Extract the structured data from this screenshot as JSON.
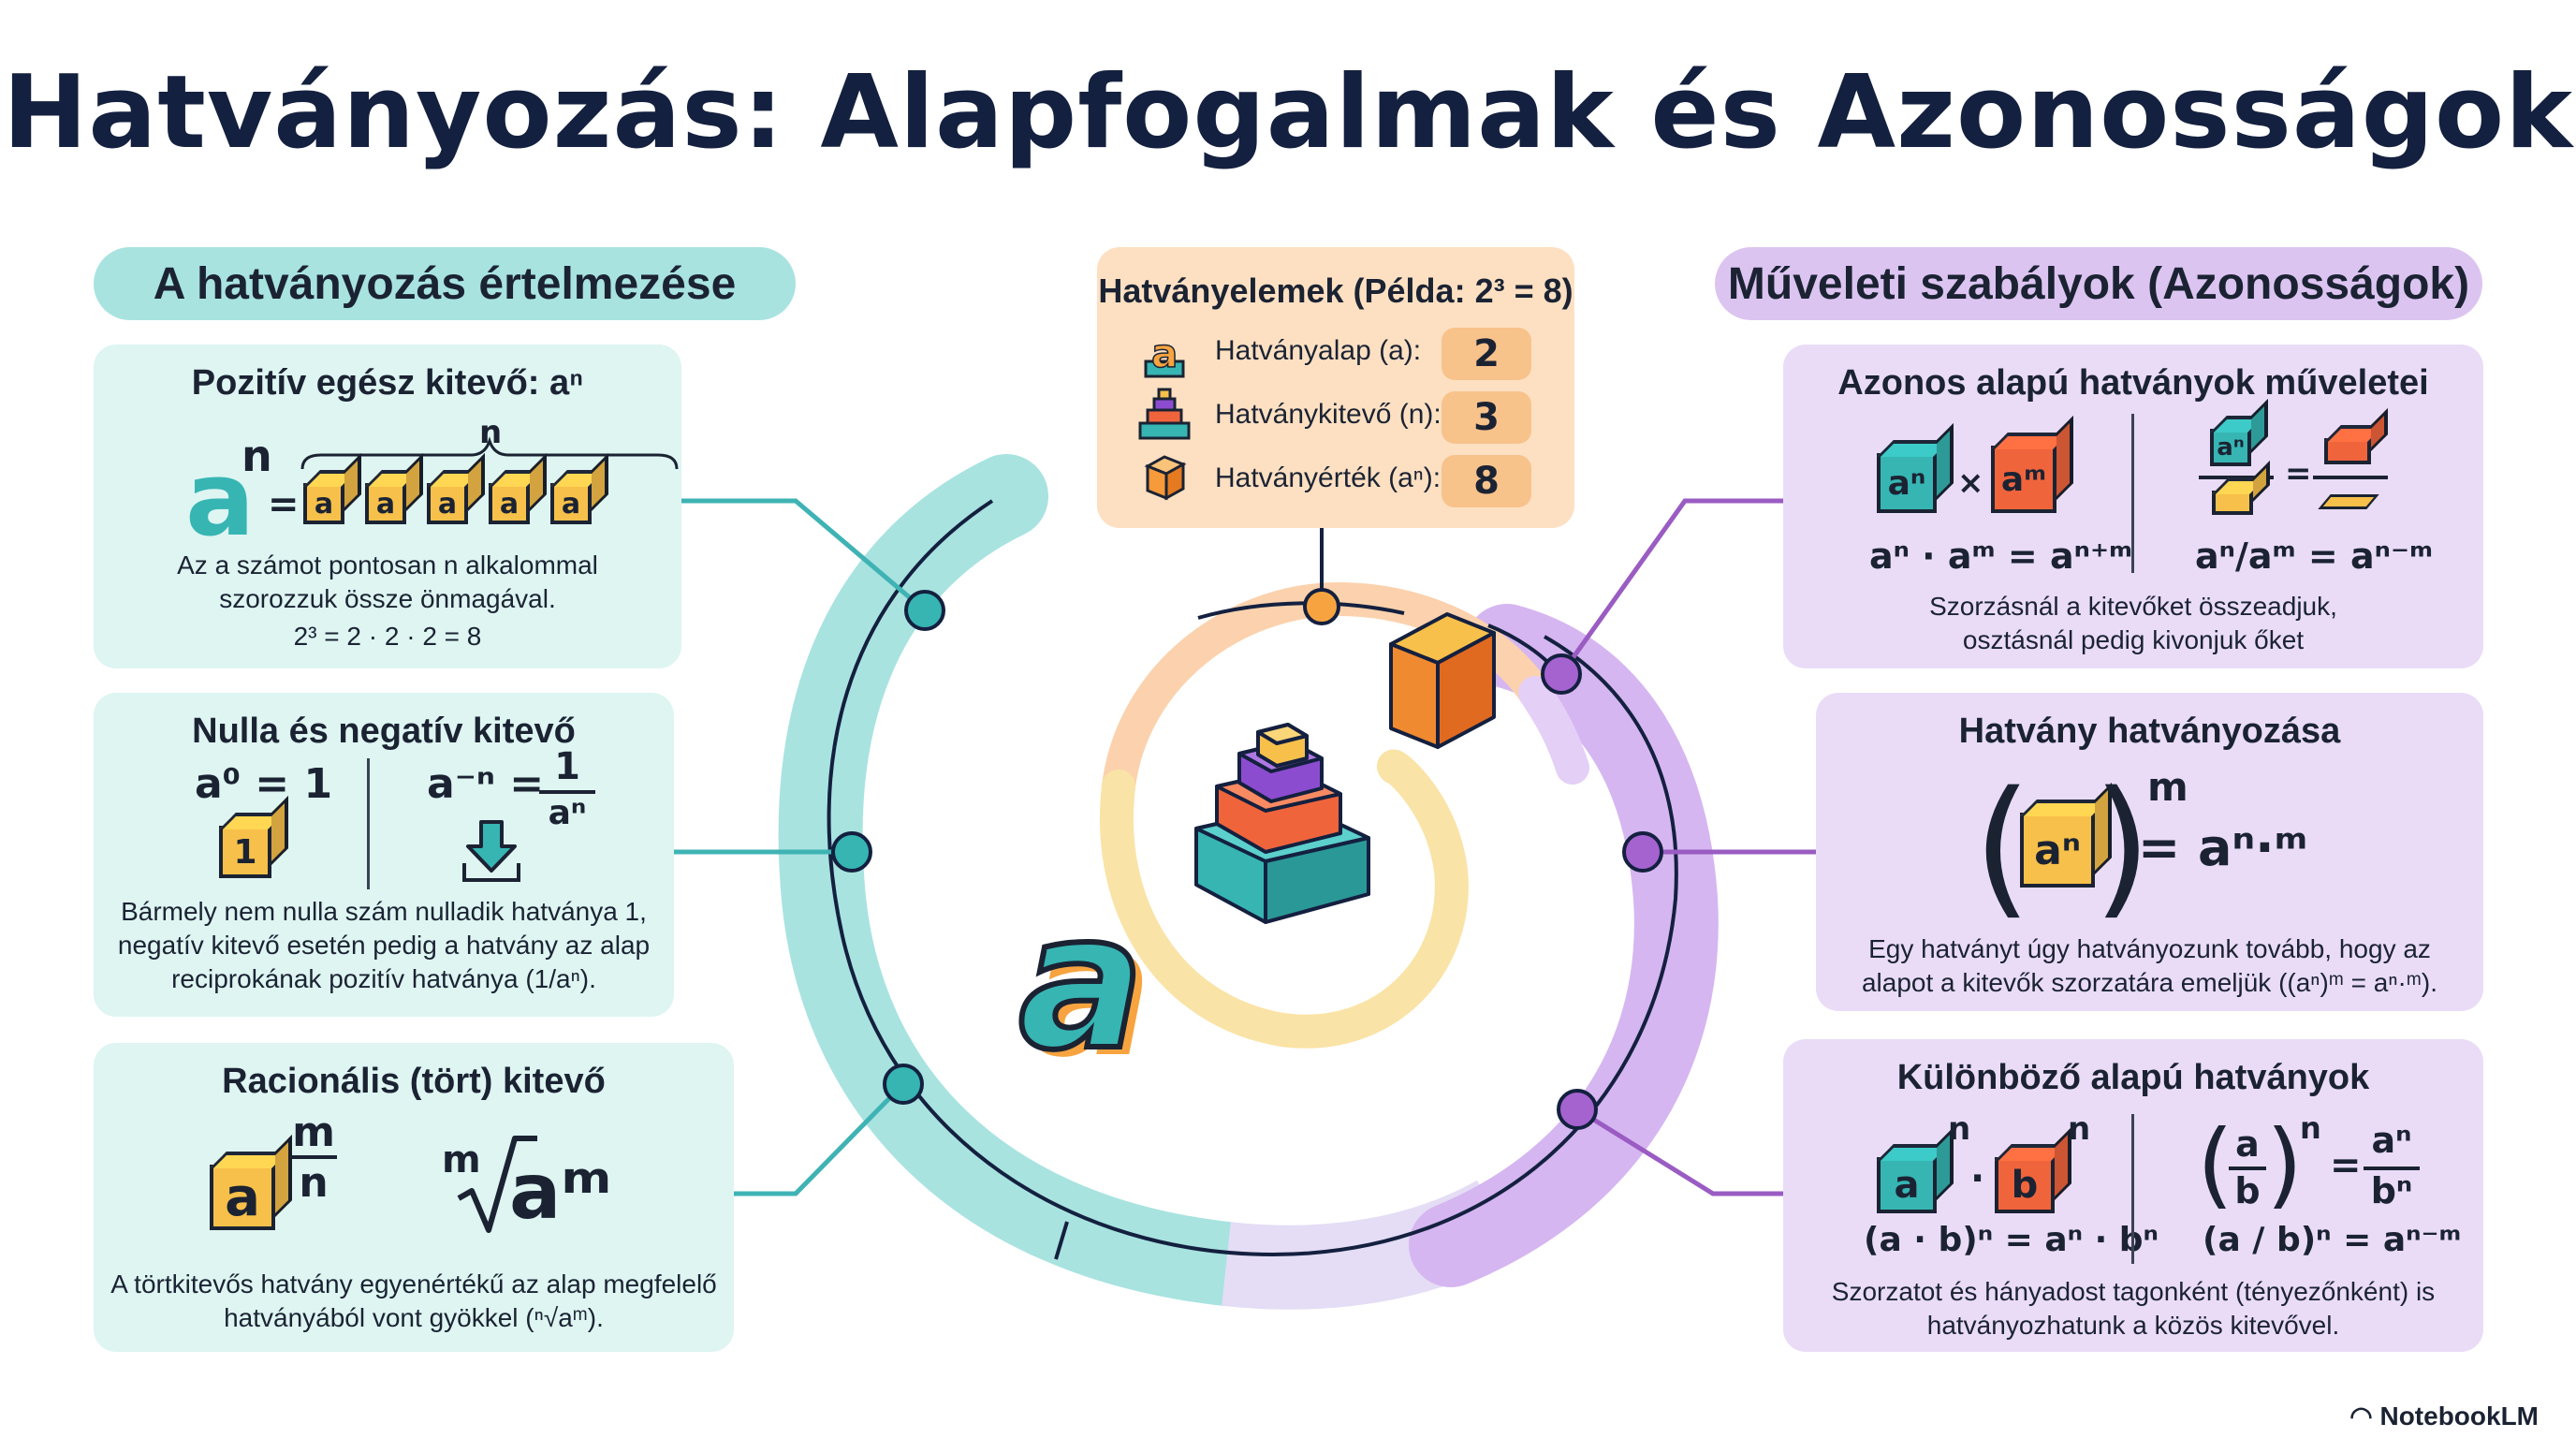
{
  "title": "Hatványozás: Alapfogalmak és Azonosságok",
  "left": {
    "header": "A hatványozás értelmezése",
    "card1": {
      "title": "Pozitív egész kitevő: aⁿ",
      "formula_base": "a",
      "formula_exp": "n",
      "brace_label": "n",
      "eq": "=",
      "factor": "a",
      "dot": "·",
      "desc": [
        "Az a számot pontosan n alkalommal",
        "szorozzuk össze önmagával."
      ],
      "example": "2³ = 2 · 2 · 2 = 8"
    },
    "card2": {
      "title": "Nulla és negatív kitevő",
      "formula_zero": "a⁰ = 1",
      "cube_label": "1",
      "formula_neg_left": "a⁻ⁿ =",
      "frac_num": "1",
      "frac_den": "aⁿ",
      "desc": [
        "Bármely nem nulla szám nulladik hatványa 1,",
        "negatív kitevő esetén pedig a hatvány az alap",
        "reciprokának pozitív hatványa (1/aⁿ)."
      ]
    },
    "card3": {
      "title": "Racionális (tört) kitevő",
      "base": "a",
      "exp_num": "m",
      "exp_den": "n",
      "root_index": "m",
      "root_body": "aᵐ",
      "desc": [
        "A törtkitevős hatvány egyenértékű az alap megfelelő",
        "hatványából vont gyökkel (ⁿ√aᵐ)."
      ]
    }
  },
  "center": {
    "title": "Hatványelemek (Példa: 2³ = 8)",
    "rows": [
      {
        "label": "Hatványalap (a):",
        "value": "2",
        "icon": "a-letter-icon"
      },
      {
        "label": "Hatványkitevő (n):",
        "value": "3",
        "icon": "stacked-pyramid-icon"
      },
      {
        "label": "Hatványérték (aⁿ):",
        "value": "8",
        "icon": "cube-icon"
      }
    ],
    "big_letter": "a"
  },
  "right": {
    "header": "Műveleti szabályok (Azonosságok)",
    "card1": {
      "title": "Azonos alapú hatványok műveletei",
      "cube_a": "aⁿ",
      "times": "×",
      "cube_b": "aᵐ",
      "formula_mul": "aⁿ · aᵐ = aⁿ⁺ᵐ",
      "frac_top": "aⁿ",
      "eq": "=",
      "formula_div": "aⁿ/aᵐ = aⁿ⁻ᵐ",
      "desc": [
        "Szorzásnál a kitevőket összeadjuk,",
        "osztásnál pedig kivonjuk őket"
      ]
    },
    "card2": {
      "title": "Hatvány hatványozása",
      "inner": "aⁿ",
      "outer_exp": "m",
      "result": "= aⁿ·ᵐ",
      "desc": [
        "Egy hatványt úgy hatványozunk tovább, hogy az",
        "alapot a kitevők szorzatára emeljük ((aⁿ)ᵐ = aⁿ·ᵐ)."
      ]
    },
    "card3": {
      "title": "Különböző alapú hatványok",
      "cube_a": "a",
      "cube_b": "b",
      "exp": "n",
      "dot": "·",
      "formula_prod": "(a · b)ⁿ = aⁿ · bⁿ",
      "frac_a": "a",
      "frac_b": "b",
      "rhs_num": "aⁿ",
      "rhs_den": "bⁿ",
      "formula_quot": "(a / b)ⁿ = aⁿ⁻ᵐ",
      "desc": [
        "Szorzatot és hányadost tagonként (tényezőnként) is",
        "hatványozhatunk a közös kitevővel."
      ]
    }
  },
  "footer": "NotebookLM",
  "colors": {
    "teal": "#a8e3e0",
    "purple": "#dcc4f1",
    "orange": "#fde0c2",
    "navy": "#14203f"
  }
}
